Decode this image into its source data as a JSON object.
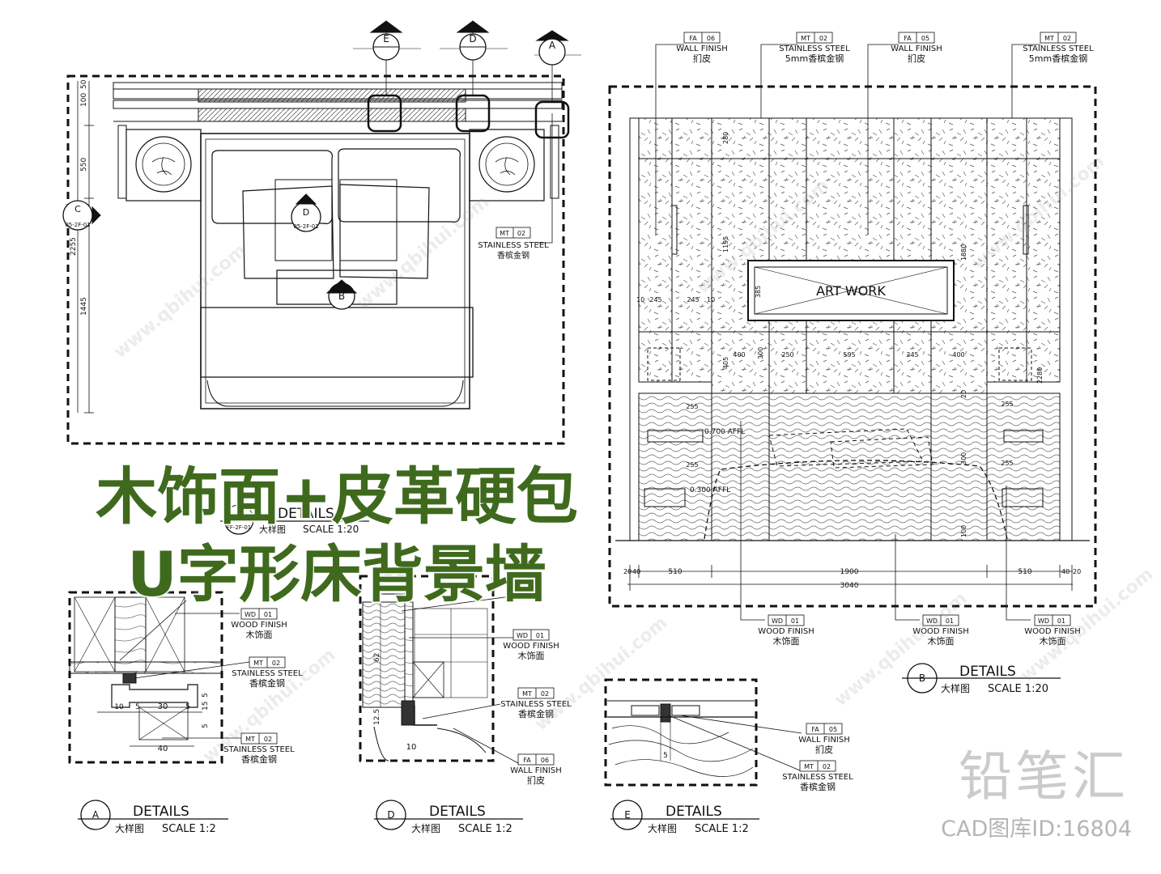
{
  "headline": {
    "line1": "木饰面+皮革硬包",
    "line2": "U字形床背景墙"
  },
  "brand": {
    "name": "铅笔汇",
    "id_text": "CAD图库ID:16804"
  },
  "watermark": "www.qbihui.com",
  "plan": {
    "markers": {
      "e": "E",
      "d": "D",
      "a": "A",
      "b": "B",
      "c": "C",
      "section_left": "05-2F-01",
      "section_mid": "05-2F-01"
    },
    "dims": {
      "d1": "100",
      "d2": "50",
      "d3": "550",
      "d4": "2255",
      "d5": "1445"
    },
    "callout": {
      "code": "MT",
      "num": "02",
      "en": "STAINLESS STEEL",
      "cn": "香槟金钢"
    }
  },
  "elevation": {
    "top_callouts": [
      {
        "code": "FA",
        "num": "06",
        "en": "WALL FINISH",
        "cn": "扪皮"
      },
      {
        "code": "MT",
        "num": "02",
        "en": "STAINLESS STEEL",
        "cn": "5mm香槟金钢"
      },
      {
        "code": "FA",
        "num": "05",
        "en": "WALL FINISH",
        "cn": "扪皮"
      },
      {
        "code": "MT",
        "num": "02",
        "en": "STAINLESS STEEL",
        "cn": "5mm香槟金钢"
      }
    ],
    "bottom_callouts": [
      {
        "code": "WD",
        "num": "01",
        "en": "WOOD FINISH",
        "cn": "木饰面"
      },
      {
        "code": "WD",
        "num": "01",
        "en": "WOOD FINISH",
        "cn": "木饰面"
      },
      {
        "code": "WD",
        "num": "01",
        "en": "WOOD FINISH",
        "cn": "木饰面"
      }
    ],
    "art_label": "ART WORK",
    "dims": {
      "bottom": [
        "20",
        "40",
        "510",
        "1900",
        "510",
        "40",
        "20"
      ],
      "total": "3040",
      "mid": [
        "400",
        "300",
        "250",
        "595",
        "245",
        "400"
      ],
      "left_mid": [
        "10",
        "245",
        "245",
        "10"
      ],
      "v1": "280",
      "v2": "1195",
      "v3": "1880",
      "v4": "385",
      "v5": "405",
      "v6": "2280",
      "v7": "20",
      "v8": "300",
      "v9": "100",
      "small": [
        "255",
        "255",
        "255",
        "255"
      ],
      "level1": "0.700 AFFL",
      "level2": "0.300 AFFL"
    },
    "title": {
      "letter": "B",
      "title": "DETAILS",
      "sub": "大样图",
      "scale": "SCALE 1:20"
    }
  },
  "detail02": {
    "num": "02",
    "ref": "FF-2F-01",
    "title": "DETAILS",
    "sub": "大样图",
    "scale": "SCALE 1:20"
  },
  "detailA": {
    "callouts": [
      {
        "code": "WD",
        "num": "01",
        "en": "WOOD FINISH",
        "cn": "木饰面"
      },
      {
        "code": "MT",
        "num": "02",
        "en": "STAINLESS STEEL",
        "cn": "香槟金钢"
      },
      {
        "code": "MT",
        "num": "02",
        "en": "STAINLESS STEEL",
        "cn": "香槟金钢"
      }
    ],
    "dims": {
      "a": "10",
      "b": "5",
      "c": "30",
      "d": "5",
      "e": "15",
      "f": "5",
      "g": "5",
      "h": "40"
    },
    "title": {
      "letter": "A",
      "title": "DETAILS",
      "sub": "大样图",
      "scale": "SCALE 1:2"
    }
  },
  "detailD": {
    "top_cn": "扪皮",
    "callouts": [
      {
        "code": "WD",
        "num": "01",
        "en": "WOOD FINISH",
        "cn": "木饰面"
      },
      {
        "code": "MT",
        "num": "02",
        "en": "STAINLESS STEEL",
        "cn": "香槟金钢"
      },
      {
        "code": "FA",
        "num": "06",
        "en": "WALL FINISH",
        "cn": "扪皮"
      }
    ],
    "dims": {
      "a": "62",
      "b": "12.5",
      "c": "10"
    },
    "title": {
      "letter": "D",
      "title": "DETAILS",
      "sub": "大样图",
      "scale": "SCALE 1:2"
    }
  },
  "detailE": {
    "callouts": [
      {
        "code": "FA",
        "num": "05",
        "en": "WALL FINISH",
        "cn": "扪皮"
      },
      {
        "code": "MT",
        "num": "02",
        "en": "STAINLESS STEEL",
        "cn": "香槟金钢"
      }
    ],
    "dims": {
      "a": "5"
    },
    "title": {
      "letter": "E",
      "title": "DETAILS",
      "sub": "大样图",
      "scale": "SCALE 1:2"
    }
  }
}
